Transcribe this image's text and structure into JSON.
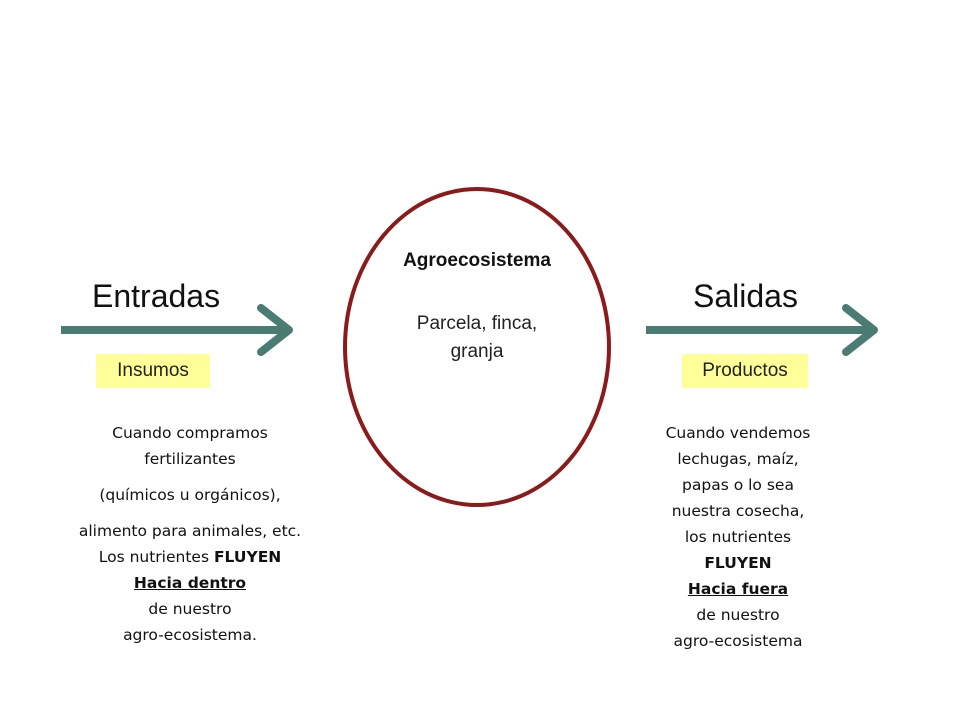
{
  "colors": {
    "arrow": "#4a7c74",
    "circle_border": "#8b1a1a",
    "tag_background": "#ffff99"
  },
  "center": {
    "title": "Agroecosistema",
    "line1": "Parcela, finca,",
    "line2": "granja"
  },
  "left": {
    "heading": "Entradas",
    "tag": "Insumos",
    "text": {
      "l1": "Cuando compramos",
      "l2": "fertilizantes",
      "l3": "(químicos u orgánicos),",
      "l4": "alimento para animales, etc.",
      "l5_prefix": "Los nutrientes ",
      "l5_bold": "FLUYEN",
      "l6": "Hacia dentro",
      "l7": "de nuestro",
      "l8": "agro-ecosistema."
    }
  },
  "right": {
    "heading": "Salidas",
    "tag": "Productos",
    "text": {
      "l1": "Cuando vendemos",
      "l2": "lechugas, maíz,",
      "l3": "papas o lo sea",
      "l4": "nuestra cosecha,",
      "l5": "los nutrientes",
      "l6": "FLUYEN",
      "l7": "Hacia fuera",
      "l8": "de nuestro",
      "l9": "agro-ecosistema"
    }
  }
}
